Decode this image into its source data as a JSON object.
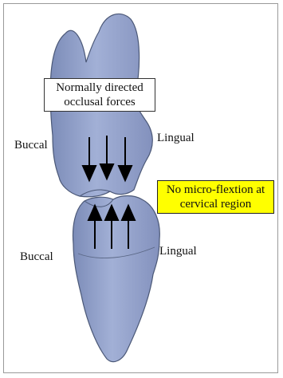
{
  "labels": {
    "buccal_upper": "Buccal",
    "lingual_upper": "Lingual",
    "buccal_lower": "Buccal",
    "lingual_lower": "Lingual"
  },
  "callouts": {
    "forces": {
      "line1": "Normally directed",
      "line2": "occlusal forces"
    },
    "flexion": {
      "line1": "No micro-flextion at",
      "line2": "cervical region"
    }
  },
  "colors": {
    "tooth_fill": "#8d9dc8",
    "tooth_stroke": "#4b5877",
    "highlight": "#ffff00",
    "arrow": "#000000"
  },
  "arrows": {
    "upper_direction": "down",
    "upper_count": 3,
    "lower_direction": "up",
    "lower_count": 3
  }
}
